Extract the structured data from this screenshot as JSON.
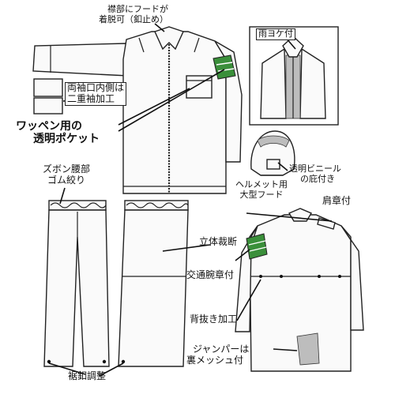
{
  "labels": {
    "collar_hood": [
      "襟部にフードが",
      "着脱可（釦止め）"
    ],
    "rain_visor": "雨ヨケ付",
    "double_sleeve": [
      "両袖口内側は",
      "二重袖加工"
    ],
    "badge_pocket": [
      "ワッペン用の",
      "透明ポケット"
    ],
    "clear_vinyl_brim": [
      "透明ビニール",
      "の庇付き"
    ],
    "helmet_hood": [
      "ヘルメット用",
      "大型フード"
    ],
    "waist_elastic": [
      "ズボン腰部",
      "ゴム絞り"
    ],
    "shoulder_strap": "肩章付",
    "3d_cut": "立体裁断",
    "traffic_armband": "交通腕章付",
    "back_vent": "背抜き加工",
    "mesh_lining": [
      "ジャンパーは",
      "裏メッシュ付"
    ],
    "hem_adjust": "裾釦調整"
  },
  "colors": {
    "line": "#222222",
    "reflective_band": "#3a8f3a",
    "mesh": "#bdbdbd"
  }
}
